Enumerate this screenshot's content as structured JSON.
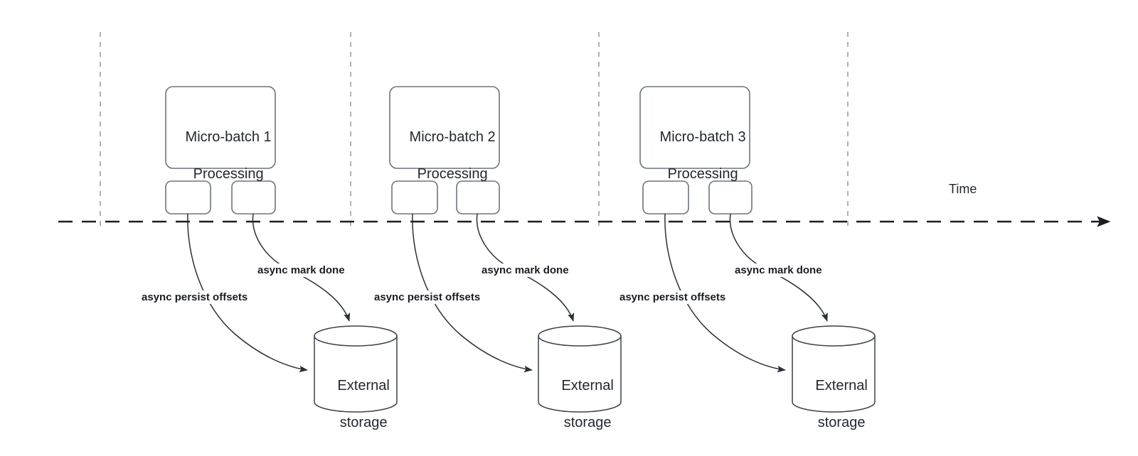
{
  "diagram": {
    "title_text": "",
    "colors": {
      "node_stroke": "#6d747d",
      "cylinder_stroke": "#3b4149",
      "arrow_stroke": "#2b3038",
      "timeline_stroke": "#1a1d23",
      "tick_stroke": "#9aa0a6",
      "text": "#23272e",
      "label_text": "#1a1d23",
      "background": "#ffffff"
    },
    "timeline": {
      "axis_label": "Time",
      "style": "dashed",
      "direction": "left-to-right"
    },
    "tick_lines": [
      {
        "name": "tick-1"
      },
      {
        "name": "tick-2"
      },
      {
        "name": "tick-3"
      },
      {
        "name": "tick-4"
      }
    ],
    "groups": [
      {
        "id": "group-1",
        "batch_box": {
          "line1": "Micro-batch 1",
          "line2": "Processing"
        },
        "task_boxes": [
          {
            "label": ""
          },
          {
            "label": ""
          }
        ],
        "storage": {
          "line1": "External",
          "line2": "storage"
        },
        "edges": [
          {
            "label": "async persist offsets",
            "from": "task-box-a",
            "to": "external-storage"
          },
          {
            "label": "async mark done",
            "from": "task-box-b",
            "to": "external-storage"
          }
        ]
      },
      {
        "id": "group-2",
        "batch_box": {
          "line1": "Micro-batch 2",
          "line2": "Processing"
        },
        "task_boxes": [
          {
            "label": ""
          },
          {
            "label": ""
          }
        ],
        "storage": {
          "line1": "External",
          "line2": "storage"
        },
        "edges": [
          {
            "label": "async persist offsets",
            "from": "task-box-a",
            "to": "external-storage"
          },
          {
            "label": "async mark done",
            "from": "task-box-b",
            "to": "external-storage"
          }
        ]
      },
      {
        "id": "group-3",
        "batch_box": {
          "line1": "Micro-batch 3",
          "line2": "Processing"
        },
        "task_boxes": [
          {
            "label": ""
          },
          {
            "label": ""
          }
        ],
        "storage": {
          "line1": "External",
          "line2": "storage"
        },
        "edges": [
          {
            "label": "async persist offsets",
            "from": "task-box-a",
            "to": "external-storage"
          },
          {
            "label": "async mark done",
            "from": "task-box-b",
            "to": "external-storage"
          }
        ]
      }
    ]
  }
}
